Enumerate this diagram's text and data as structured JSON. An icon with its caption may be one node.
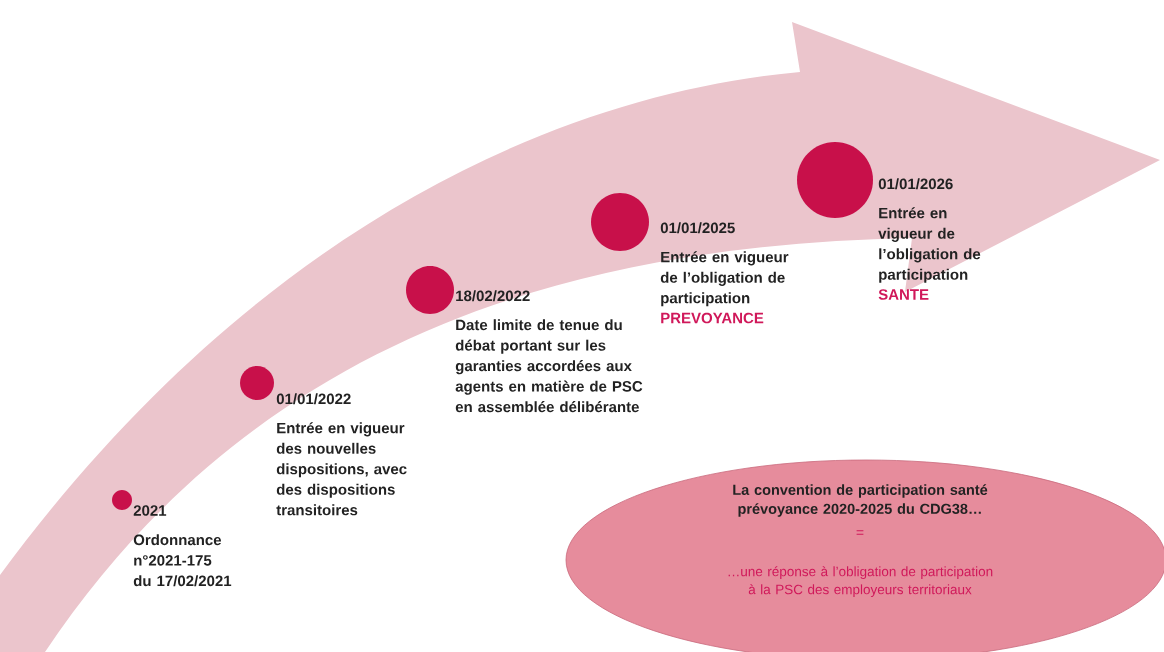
{
  "diagram": {
    "nodes": [
      {
        "text": [],
        "shape": "circle",
        "beside": [
          "2021",
          "Ordonnance n°2021-175 du 17/02/2021"
        ]
      },
      {
        "text": [],
        "shape": "circle",
        "beside": [
          "01/01/2022",
          "Entrée en vigueur des nouvelles dispositions, avec des dispositions transitoires"
        ]
      },
      {
        "text": [],
        "shape": "circle",
        "beside": [
          "18/02/2022",
          "Date limite de tenue du débat portant sur les garanties accordées aux agents en matière de PSC en assemblée délibérante"
        ]
      },
      {
        "text": [],
        "shape": "circle",
        "beside": [
          "01/01/2025",
          "Entrée en vigueur de l’obligation de participation",
          "PREVOYANCE"
        ]
      },
      {
        "text": [],
        "shape": "circle",
        "beside": [
          "01/01/2026",
          "Entrée en vigueur de l’obligation de participation",
          "SANTE"
        ]
      },
      {
        "text": [
          "La convention de participation santé prévoyance 2020-2025 du CDG38…",
          "=",
          "…une réponse à l’obligation de participation à la PSC des employeurs territoriaux"
        ]
      }
    ]
  }
}
